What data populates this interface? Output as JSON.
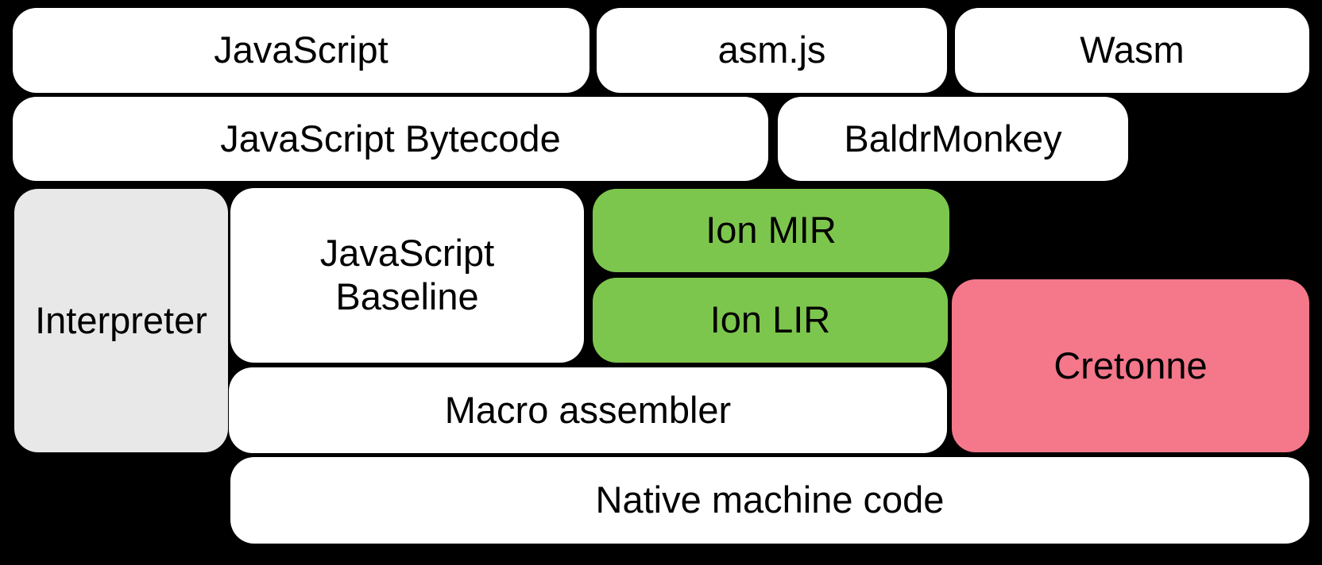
{
  "diagram": {
    "colors": {
      "background": "#000000",
      "node_default": "#ffffff",
      "node_interpreter_gray": "#e9e8e8",
      "node_ion_green": "#7dc64d",
      "node_cretonne_pink": "#f4778a",
      "label_text": "#000000"
    },
    "nodes": {
      "javascript": {
        "label": "JavaScript"
      },
      "asmjs": {
        "label": "asm.js"
      },
      "wasm": {
        "label": "Wasm"
      },
      "bytecode": {
        "label": "JavaScript Bytecode"
      },
      "baldrmonkey": {
        "label": "BaldrMonkey"
      },
      "interpreter": {
        "label": "Interpreter"
      },
      "baseline": {
        "label": "JavaScript\nBaseline"
      },
      "ion_mir": {
        "label": "Ion MIR"
      },
      "ion_lir": {
        "label": "Ion LIR"
      },
      "cretonne": {
        "label": "Cretonne"
      },
      "macro_assembler": {
        "label": "Macro assembler"
      },
      "native_machine_code": {
        "label": "Native machine code"
      }
    }
  }
}
